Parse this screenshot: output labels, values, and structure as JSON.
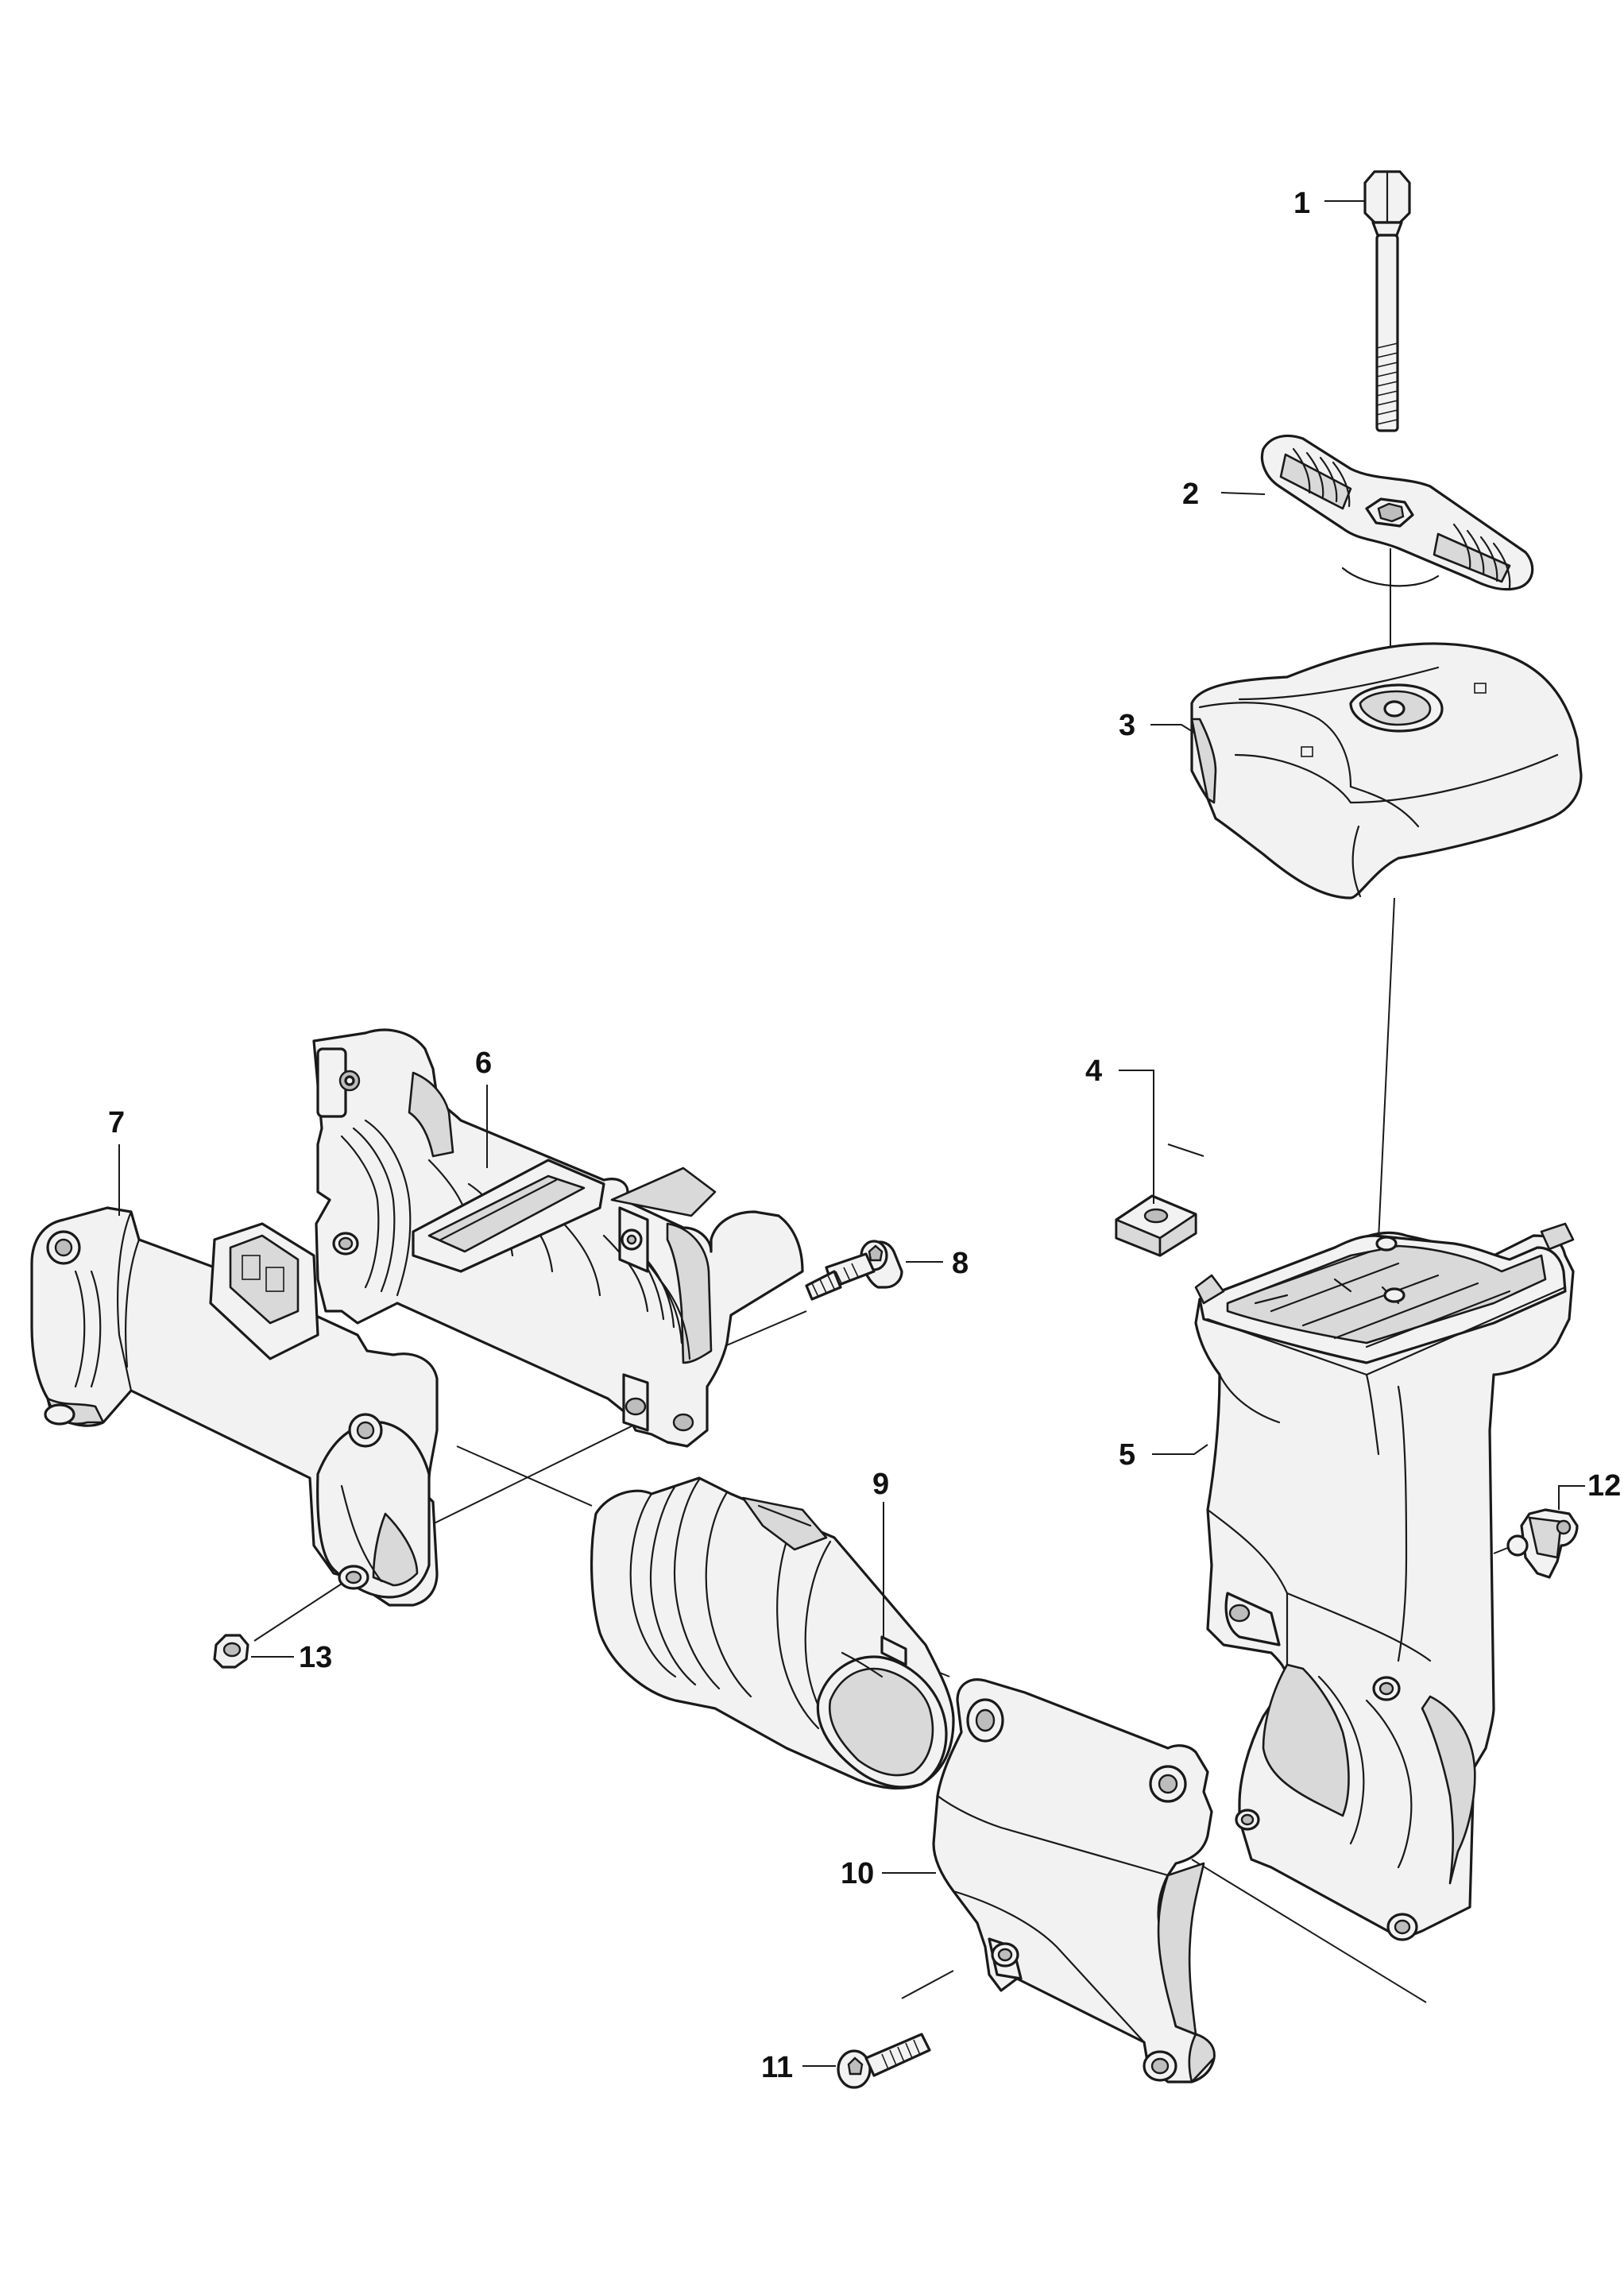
{
  "callouts": [
    {
      "id": "1",
      "label": "1"
    },
    {
      "id": "2",
      "label": "2"
    },
    {
      "id": "3",
      "label": "3"
    },
    {
      "id": "4",
      "label": "4"
    },
    {
      "id": "5",
      "label": "5"
    },
    {
      "id": "6",
      "label": "6"
    },
    {
      "id": "7",
      "label": "7"
    },
    {
      "id": "8",
      "label": "8"
    },
    {
      "id": "9",
      "label": "9"
    },
    {
      "id": "10",
      "label": "10"
    },
    {
      "id": "11",
      "label": "11"
    },
    {
      "id": "12",
      "label": "12"
    },
    {
      "id": "13",
      "label": "13"
    }
  ],
  "colors": {
    "line": "#1a1a1a",
    "fill": "#f2f2f2",
    "shade": "#d9d9d9",
    "background": "#ffffff"
  }
}
